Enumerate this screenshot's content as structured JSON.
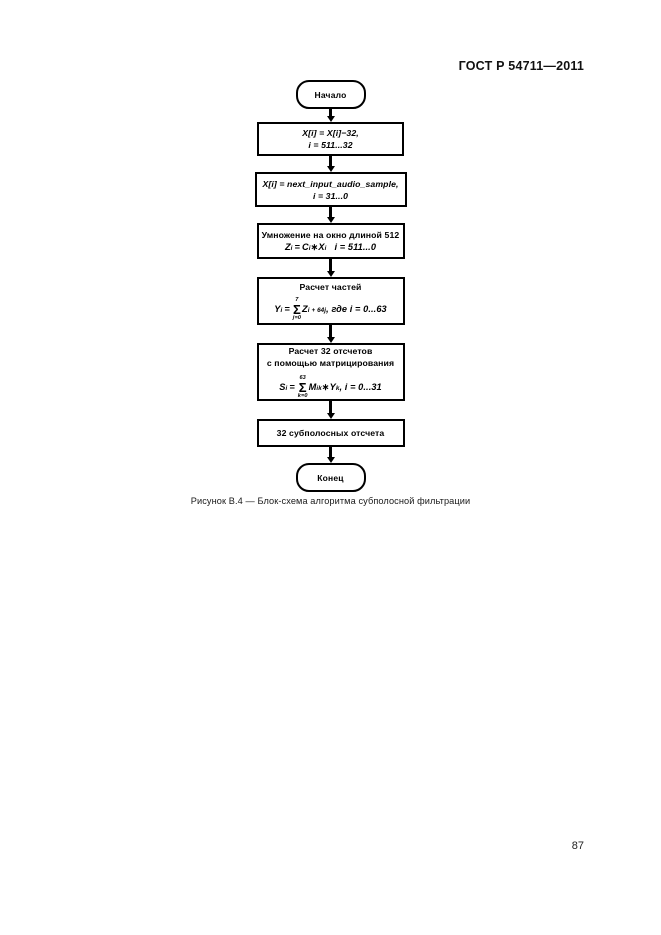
{
  "document": {
    "header": "ГОСТ Р 54711—2011",
    "page_number": "87",
    "caption": "Рисунок В.4 — Блок-схема алгоритма субполосной фильтрации"
  },
  "flowchart": {
    "start_label": "Начало",
    "end_label": "Конец",
    "nodes": [
      {
        "id": "subtract",
        "line1": "X[i] = X[i]−32,",
        "line2": "i = 511...32"
      },
      {
        "id": "input-samples",
        "line1": "X[i] = next_input_audio_sample,",
        "line2": "i = 31...0"
      },
      {
        "id": "window-multiply",
        "line1": "Умножение на окно длиной 512",
        "formula": {
          "lhs": "Z",
          "lhs_sub": "i",
          "eq": "=",
          "rhs1": "C",
          "rhs1_sub": "i",
          "op": "∗",
          "rhs2": "X",
          "rhs2_sub": "i",
          "range": "i = 511...0"
        }
      },
      {
        "id": "partial-calc",
        "title": "Расчет частей",
        "formula": {
          "lhs": "Y",
          "lhs_sub": "i",
          "eq": "=",
          "sum_upper": "7",
          "sum_lower": "j=0",
          "term": "Z",
          "term_sub": "i + 64j",
          "range": ", где i = 0...63"
        }
      },
      {
        "id": "matrixing",
        "title_line1": "Расчет 32 отсчетов",
        "title_line2": "с помощью матрицирования",
        "formula": {
          "lhs": "S",
          "lhs_sub": "i",
          "eq": "=",
          "sum_upper": "63",
          "sum_lower": "k=0",
          "term1": "M",
          "term1_sub": "ik",
          "op": "∗",
          "term2": "Y",
          "term2_sub": "k",
          "range": ", i = 0...31"
        }
      },
      {
        "id": "output",
        "line1": "32 субполосных отсчета"
      }
    ]
  }
}
